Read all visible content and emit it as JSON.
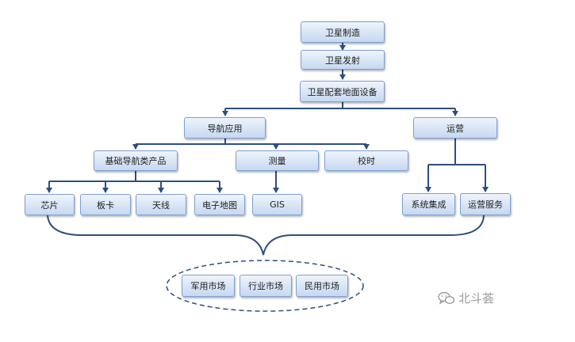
{
  "nodes": {
    "satellite_manufacturing": "卫星制造",
    "satellite_launch": "卫星发射",
    "ground_equipment": "卫星配套地面设备",
    "navigation_application": "导航应用",
    "operation": "运营",
    "basic_navigation_products": "基础导航类产品",
    "surveying": "测量",
    "timing": "校时",
    "chip": "芯片",
    "board": "板卡",
    "antenna": "天线",
    "electronic_map": "电子地图",
    "gis": "GIS",
    "system_integration": "系统集成",
    "operation_service": "运营服务",
    "military_market": "军用市场",
    "industry_market": "行业市场",
    "civil_market": "民用市场"
  },
  "watermark": {
    "text": "北斗荟",
    "icon": "wechat-icon"
  },
  "colors": {
    "box_border": "#7f9fd1",
    "box_fill_top": "#eef4fc",
    "box_fill_bottom": "#c6d8f1",
    "connector": "#2e4f7d",
    "text": "#1f1f1f"
  }
}
